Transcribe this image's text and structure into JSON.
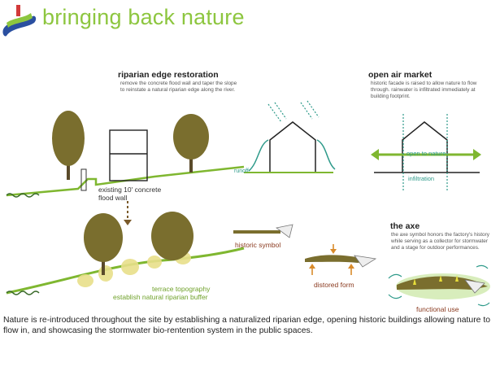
{
  "title": "bringing back nature",
  "riparian": {
    "heading": "riparian edge restoration",
    "description": "remove the concrete flood wall and taper the slope to reinstate a natural riparian edge along the river.",
    "wall_label_1": "existing 10' concrete",
    "wall_label_2": "flood wall",
    "buffer_label_1": "terrace topography",
    "buffer_label_2": "establish natural riparian buffer"
  },
  "building": {
    "runoff_label": "runoff"
  },
  "market": {
    "heading": "open air market",
    "description": "historic facade is raised to allow nature to flow through. rainwater is infiltrated immediately at building footprint.",
    "open_label": "open to nature",
    "infiltration_label": "infiltration"
  },
  "axe": {
    "heading": "the axe",
    "description": "the axe symbol honors the factory's history while serving as a collector for stormwater and a stage for outdoor performances.",
    "historic_label": "historic symbol",
    "distorted_label": "distored form",
    "functional_label": "functional use"
  },
  "footer": "Nature is re-introduced throughout the site by establishing a naturalized riparian edge, opening historic buildings allowing nature to flow in, and showcasing the stormwater bio-rentention system in the public spaces.",
  "colors": {
    "green": "#8dc63f",
    "dark_green": "#5a8a1e",
    "tree": "#7a6e2e",
    "brown": "#8a3a1f",
    "teal": "#2e9a8a",
    "orange": "#d98a2a",
    "blue": "#2a4fa0",
    "red": "#d23a3a"
  }
}
